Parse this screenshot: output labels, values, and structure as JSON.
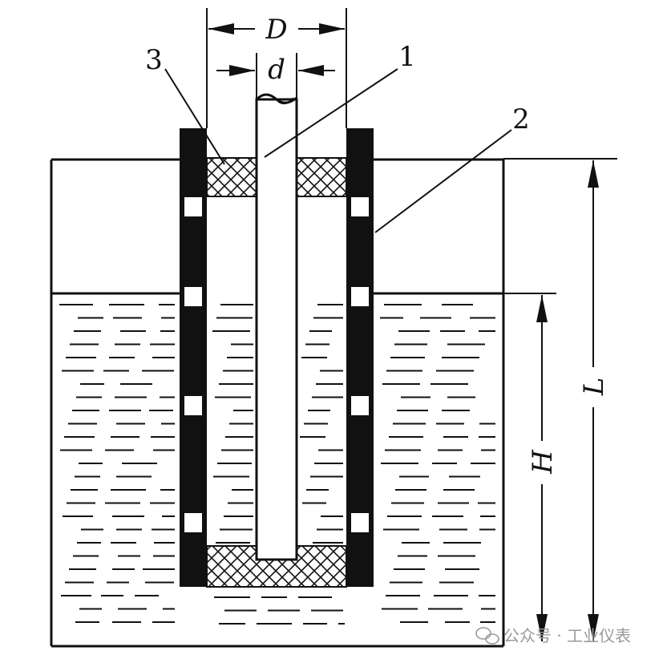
{
  "labels": {
    "part1": "1",
    "part2": "2",
    "part3": "3",
    "outer_diameter": "D",
    "inner_diameter": "d",
    "total_length": "L",
    "liquid_height": "H"
  },
  "watermark": {
    "icon": "wechat-icon",
    "text": "公众号 · 工业仪表"
  },
  "colors": {
    "line": "#111111",
    "background": "#ffffff",
    "watermark": "#9a9a9a"
  }
}
